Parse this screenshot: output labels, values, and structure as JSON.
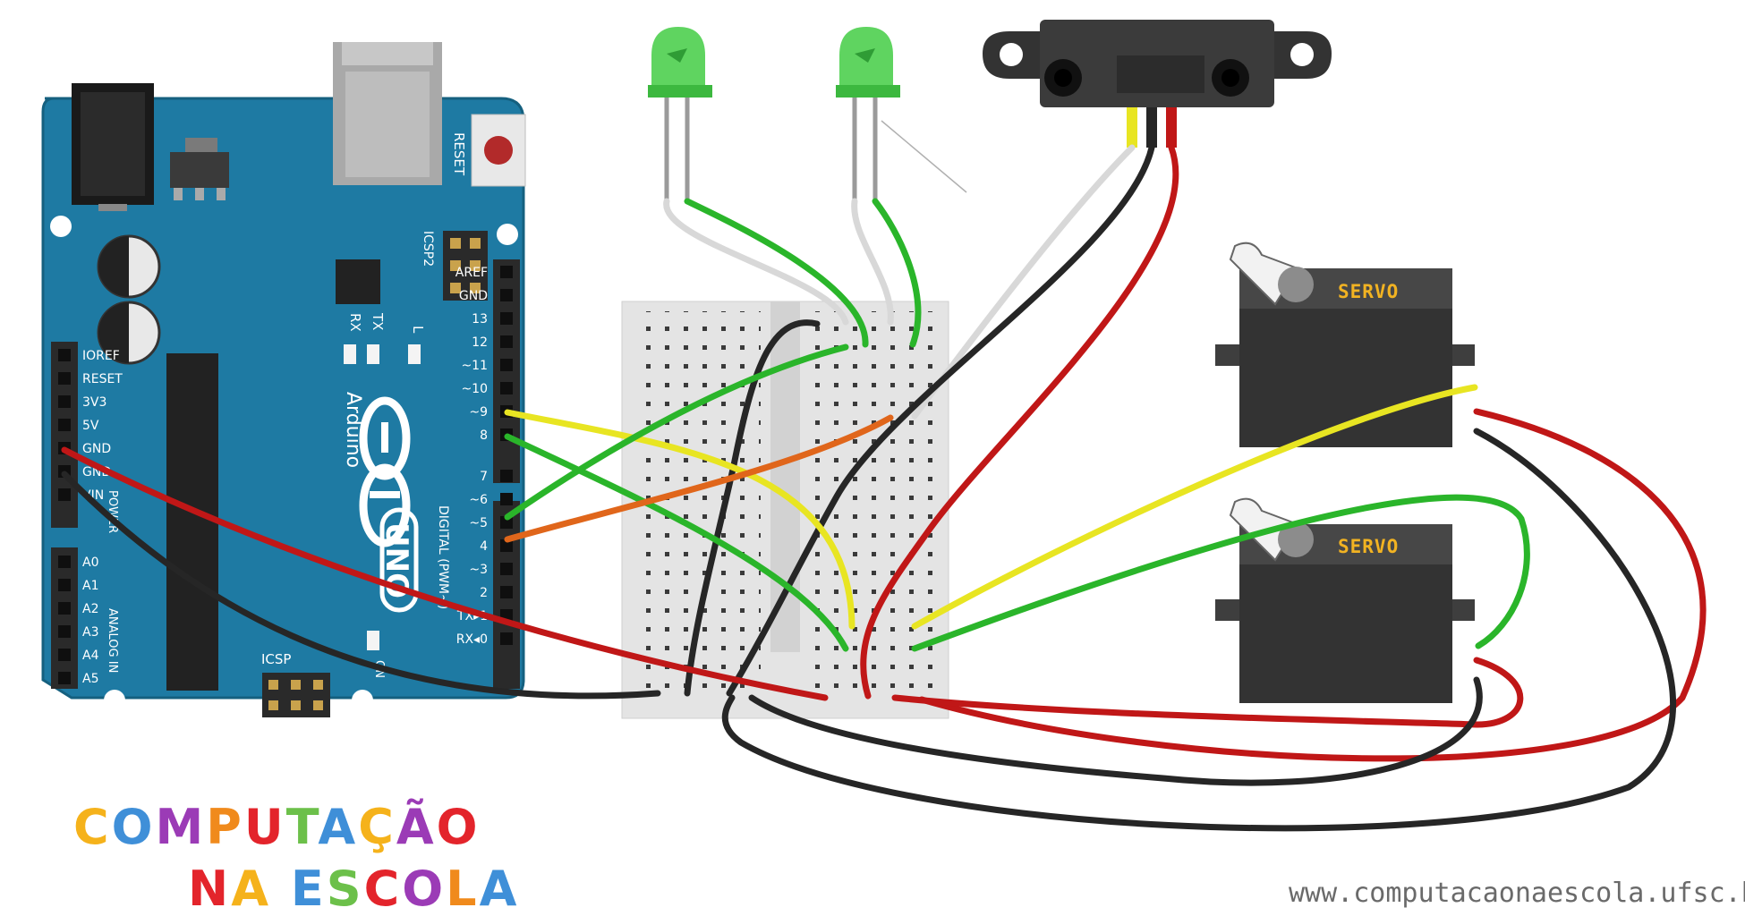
{
  "arduino": {
    "reset_label": "RESET",
    "icsp2_label": "ICSP2",
    "icsp_label": "ICSP",
    "l_label": "L",
    "tx_label": "TX",
    "rx_label": "RX",
    "brand": "Arduino",
    "model": "UNO",
    "on_label": "ON",
    "digital_label": "DIGITAL (PWM~)",
    "power_label": "POWER",
    "analog_label": "ANALOG IN",
    "digital_pins": [
      "AREF",
      "GND",
      "13",
      "12",
      "~11",
      "~10",
      "~9",
      "8",
      "7",
      "~6",
      "~5",
      "4",
      "~3",
      "2",
      "TX▸1",
      "RX◂0"
    ],
    "power_pins": [
      "IOREF",
      "RESET",
      "3V3",
      "5V",
      "GND",
      "GND",
      "VIN"
    ],
    "analog_pins": [
      "A0",
      "A1",
      "A2",
      "A3",
      "A4",
      "A5"
    ]
  },
  "servos": [
    {
      "label": "SERVO"
    },
    {
      "label": "SERVO"
    }
  ],
  "logo": {
    "line1": "COMPUTAÇÃO",
    "line2": "NA ESCOLA",
    "line1_colors": [
      "#f5b21b",
      "#3f8fd8",
      "#9b3bb6",
      "#f08a1c",
      "#e3242b",
      "#6cc04a",
      "#3f8fd8",
      "#f5b21b",
      "#9b3bb6",
      "#e3242b"
    ],
    "line2_colors": [
      "#e3242b",
      "#f5b21b",
      "#3f8fd8",
      "#6cc04a",
      "#e3242b",
      "#9b3bb6",
      "#f08a1c",
      "#3f8fd8",
      "#e3242b"
    ]
  },
  "url": "www.computacaonaescola.ufsc.br",
  "colors": {
    "board": "#1e7aa3",
    "wire_red": "#c01717",
    "wire_black": "#262626",
    "wire_green": "#2ab52a",
    "wire_yellow": "#e8e522",
    "wire_orange": "#e0661b",
    "wire_white": "#d8d8d8",
    "led": "#5fd460",
    "servo_body": "#333333"
  }
}
